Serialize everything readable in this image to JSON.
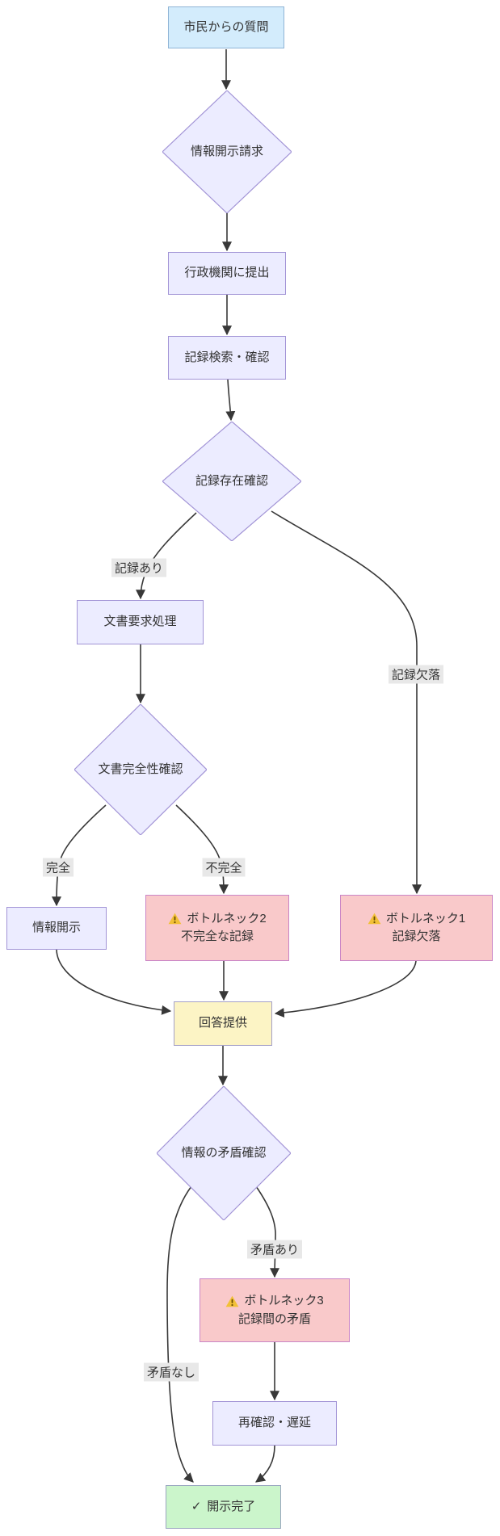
{
  "colors": {
    "node_fill": "#ececff",
    "node_stroke": "#a294d6",
    "start_fill": "#d3ecfc",
    "start_stroke": "#8fb4d6",
    "bottleneck_fill": "#f9c9ca",
    "bottleneck_stroke": "#ca85c6",
    "answer_fill": "#fcf4c5",
    "answer_stroke": "#a4a0c8",
    "complete_fill": "#cbf5cb",
    "complete_stroke": "#9aa6c0",
    "label_bg": "#e8e8e8",
    "edge": "#383838",
    "text": "#333333",
    "warning_fill": "#f2c037"
  },
  "nodes": {
    "start": {
      "label": "市民からの質問"
    },
    "request": {
      "label": "情報開示請求"
    },
    "submit": {
      "label": "行政機関に提出"
    },
    "search": {
      "label": "記録検索・確認"
    },
    "exists_check": {
      "label": "記録存在確認"
    },
    "doc_request": {
      "label": "文書要求処理"
    },
    "completeness_check": {
      "label": "文書完全性確認"
    },
    "disclosure": {
      "label": "情報開示"
    },
    "bottleneck1": {
      "title": "ボトルネック1",
      "subtitle": "記録欠落"
    },
    "bottleneck2": {
      "title": "ボトルネック2",
      "subtitle": "不完全な記録"
    },
    "bottleneck3": {
      "title": "ボトルネック3",
      "subtitle": "記録間の矛盾"
    },
    "answer": {
      "label": "回答提供"
    },
    "contradiction_check": {
      "label": "情報の矛盾確認"
    },
    "recheck": {
      "label": "再確認・遅延"
    },
    "complete": {
      "icon": "✓",
      "label": "開示完了"
    }
  },
  "edge_labels": {
    "record_found": "記録あり",
    "record_missing": "記録欠落",
    "complete": "完全",
    "incomplete": "不完全",
    "contradiction_found": "矛盾あり",
    "no_contradiction": "矛盾なし"
  }
}
